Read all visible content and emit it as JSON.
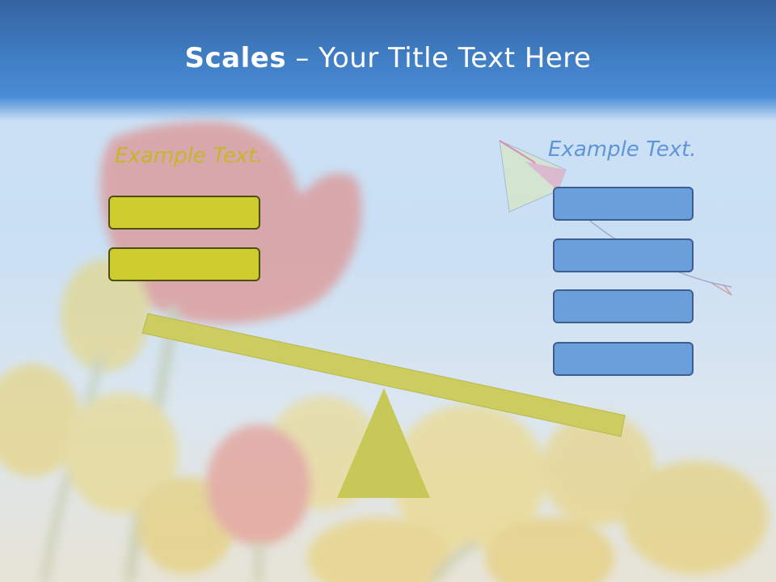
{
  "slide": {
    "title_bold": "Scales",
    "title_rest": " – Your Title Text Here",
    "left_label": "Example Text.",
    "right_label": "Example Text.",
    "left_boxes": 2,
    "right_boxes": 4
  },
  "colors": {
    "header": "#3f7cc2",
    "yellow_box": "#cdcd30",
    "blue_box": "#6a9fdc",
    "beam": "#cccc60",
    "left_label": "#c4b729",
    "right_label": "#5f95d8"
  },
  "icons": [
    "tulip-background",
    "kite-icon"
  ]
}
